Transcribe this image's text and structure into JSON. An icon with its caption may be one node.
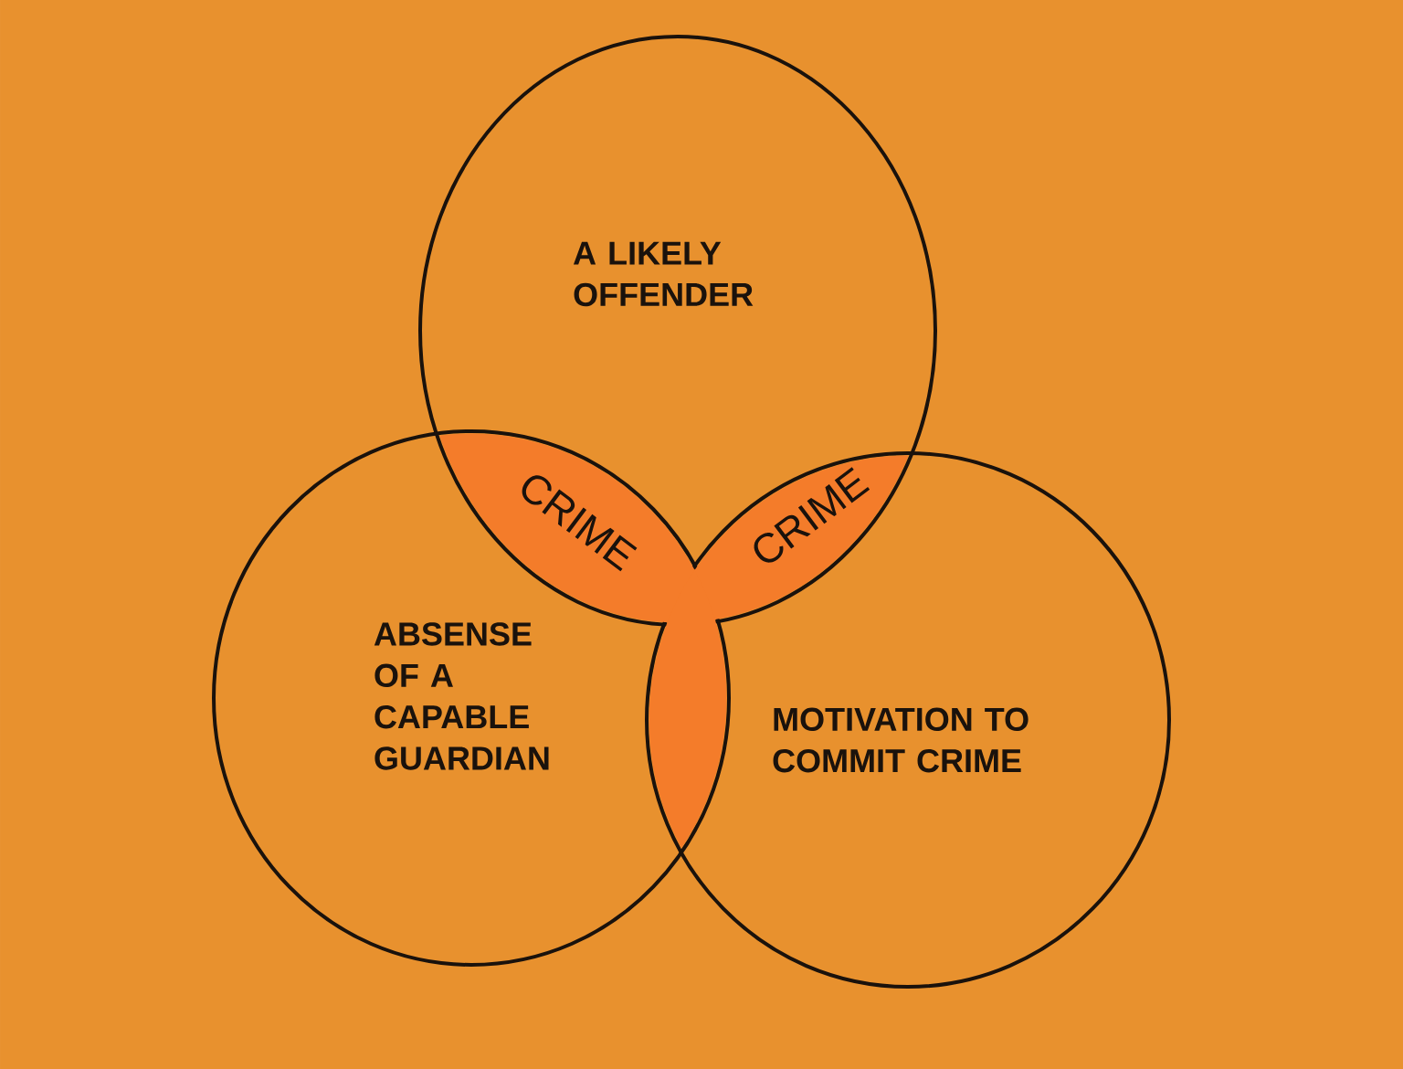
{
  "diagram": {
    "nodes": [
      {
        "text": [
          "A LIKELY OFFENDER"
        ]
      },
      {
        "text": [
          "ABSENSE OF A CAPABLE GUARDIAN"
        ]
      },
      {
        "text": [
          "MOTIVATION TO COMMIT CRIME"
        ]
      },
      {
        "text": [
          "CRIME"
        ]
      },
      {
        "text": [
          "CRIME"
        ]
      },
      {
        "text": [],
        "shape": "lens"
      }
    ]
  }
}
